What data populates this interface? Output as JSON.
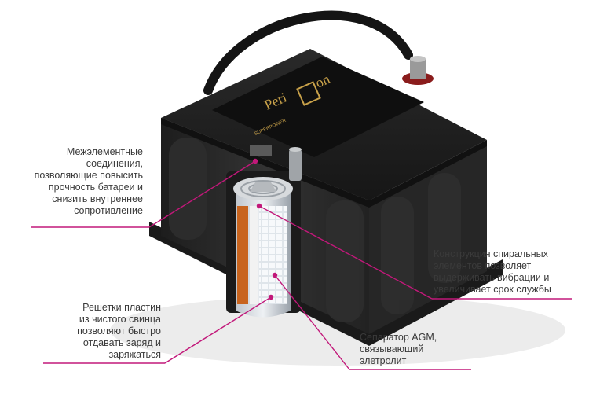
{
  "brand": {
    "name": "Perilon",
    "name_left": "Peri",
    "name_right": "on",
    "model": "SUPERPOWER"
  },
  "colors": {
    "accent": "#c2187a",
    "battery_body": "#2b2b2b",
    "lid": "#1f1f1f",
    "plate_orange": "#c8641e",
    "separator": "#e8e8e8"
  },
  "callouts": [
    {
      "id": "intercell",
      "lines": [
        "Межэлементные",
        "соединения,",
        "позволяющие повысить",
        "прочность батареи и",
        "снизить внутреннее",
        "сопротивление"
      ]
    },
    {
      "id": "spiral",
      "lines": [
        "Конструкция спиральных",
        "элементов позволяет",
        "выдерживать вибрации и",
        "увеличивает срок службы"
      ]
    },
    {
      "id": "grids",
      "lines": [
        "Решетки пластин",
        "из чистого свинца",
        "позволяют быстро",
        "отдавать заряд  и",
        "заряжаться"
      ]
    },
    {
      "id": "separator",
      "lines": [
        "Сепаратор AGM,",
        "связывающий",
        "элетролит"
      ]
    }
  ]
}
